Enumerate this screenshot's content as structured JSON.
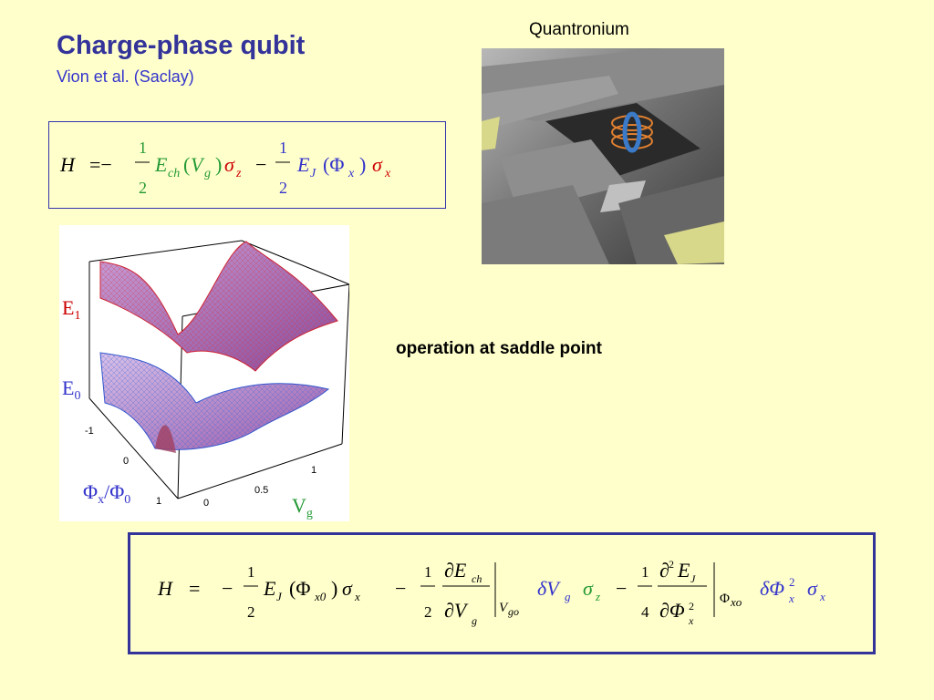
{
  "header": {
    "title": "Charge-phase qubit",
    "subtitle": "Vion et al. (Saclay)"
  },
  "image": {
    "caption": "Quantronium"
  },
  "equations": {
    "hamiltonian_1": "H = −½ E_ch(V_g) σ_z − ½ E_J(Φ_x) σ_x",
    "hamiltonian_2": "H = −½ E_J(Φ_x0) σ_x − ½ (∂E_ch/∂V_g)|V_go δV_g σ_z − ¼ (∂²E_J/∂Φ_x²)|Φ_xo δΦ_x² σ_x"
  },
  "plot": {
    "e1_label": "E",
    "e1_sub": "1",
    "e0_label": "E",
    "e0_sub": "0",
    "phi_label": "Φ",
    "phi_sub": "x",
    "phi_slash": "/Φ",
    "phi_sub0": "0",
    "vg_label": "V",
    "vg_sub": "g",
    "tick_m1": "-1",
    "tick_0a": "0",
    "tick_1a": "1",
    "tick_0b": "0",
    "tick_05": "0.5",
    "tick_1b": "1"
  },
  "note": "operation at saddle point",
  "colors": {
    "title": "#33339a",
    "e1": "#cc0000",
    "e0": "#3333cc",
    "background": "#ffffcc"
  }
}
